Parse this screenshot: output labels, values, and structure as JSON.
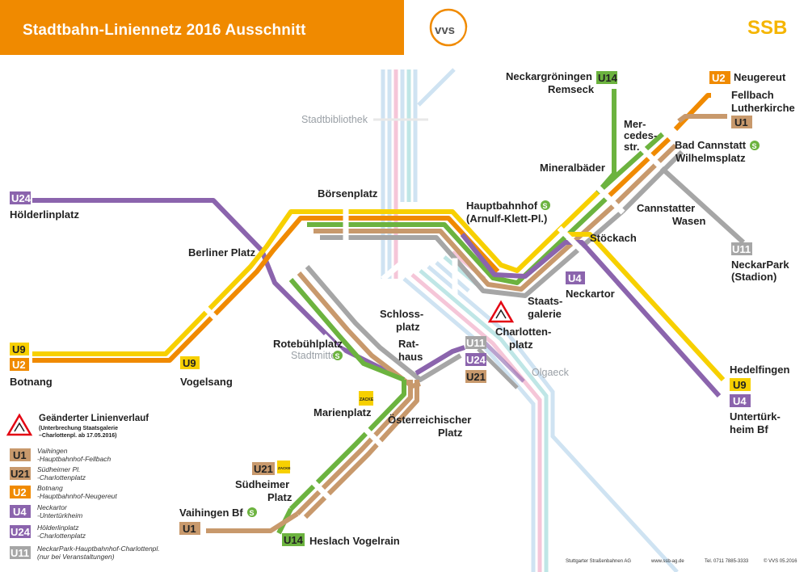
{
  "title": "Stadtbahn-Liniennetz 2016 Ausschnitt",
  "brand": {
    "vvs": "vvs",
    "ssb": "SSB"
  },
  "colors": {
    "orange_header": "#f08a00",
    "U1": "#c8996c",
    "U2": "#f08a00",
    "U4": "#8b64ad",
    "U9": "#f7d000",
    "U11": "#a6a6a6",
    "U14": "#6cb33f",
    "U21": "#c8996c",
    "U24": "#8b64ad",
    "faded_blue": "#cfe3f2",
    "faded_pink": "#f5c6d8",
    "faded_cyan": "#bfe6e6",
    "sbahn": "#6cb33f"
  },
  "stations": {
    "stadtbibliothek": "Stadtbibliothek",
    "boersenplatz": "Börsenplatz",
    "hbf1": "Hauptbahnhof",
    "hbf2": "(Arnulf-Klett-Pl.)",
    "berliner_platz": "Berliner Platz",
    "rotebuehlplatz": "Rotebühlplatz",
    "stadtmitte": "Stadtmitte",
    "schlossplatz1": "Schloss-",
    "schlossplatz2": "platz",
    "rathaus1": "Rat-",
    "rathaus2": "haus",
    "charlottenplatz1": "Charlotten-",
    "charlottenplatz2": "platz",
    "staatsgalerie1": "Staats-",
    "staatsgalerie2": "galerie",
    "neckartor": "Neckartor",
    "stoeckach": "Stöckach",
    "mineralbaeder": "Mineralbäder",
    "mercedes1": "Mer-",
    "mercedes2": "cedes-",
    "mercedes3": "str.",
    "bad_cannstatt1": "Bad Cannstatt",
    "bad_cannstatt2": "Wilhelmsplatz",
    "cannstatter1": "Cannstatter",
    "cannstatter2": "Wasen",
    "neckargroeningen": "Neckargröningen",
    "remseck": "Remseck",
    "neugereut": "Neugereut",
    "fellbach1": "Fellbach",
    "fellbach2": "Lutherkirche",
    "neckarpark1": "NeckarPark",
    "neckarpark2": "(Stadion)",
    "hoelderlinplatz": "Hölderlinplatz",
    "botnang": "Botnang",
    "vogelsang": "Vogelsang",
    "marienplatz": "Marienplatz",
    "oesterreichischer1": "Österreichischer",
    "oesterreichischer2": "Platz",
    "olgaeck": "Olgaeck",
    "suedheimer1": "Südheimer",
    "suedheimer2": "Platz",
    "vaihingen": "Vaihingen Bf",
    "heslach": "Heslach Vogelrain",
    "hedelfingen": "Hedelfingen",
    "untertuerkheim1": "Untertürk-",
    "untertuerkheim2": "heim Bf"
  },
  "badges": {
    "U1": "U1",
    "U2": "U2",
    "U4": "U4",
    "U9": "U9",
    "U11": "U11",
    "U14": "U14",
    "U21": "U21",
    "U24": "U24",
    "zacke": "ZACKE",
    "s": "S"
  },
  "legend": {
    "heading": "Geänderter Linienverlauf",
    "sub1": "(Unterbrechung Staatsgalerie",
    "sub2": "–Charlottenpl. ab 17.05.2016)",
    "items": [
      {
        "line": "U1",
        "l1": "Vaihingen",
        "l2": "-Hauptbahnhof-Fellbach"
      },
      {
        "line": "U21",
        "l1": "Südheimer Pl.",
        "l2": "-Charlottenplatz"
      },
      {
        "line": "U2",
        "l1": "Botnang",
        "l2": "-Hauptbahnhof-Neugereut"
      },
      {
        "line": "U4",
        "l1": "Neckartor",
        "l2": "-Untertürkheim"
      },
      {
        "line": "U24",
        "l1": "Hölderlinplatz",
        "l2": "-Charlottenplatz"
      },
      {
        "line": "U11",
        "l1": "NeckarPark-Hauptbahnhof-Charlottenpl.",
        "l2": "(nur bei Veranstaltungen)"
      }
    ]
  },
  "footer": {
    "company": "Stuttgarter Straßenbahnen AG",
    "web": "www.ssb-ag.de",
    "tel": "Tel. 0711 7885-3333",
    "copy": "© VVS 05.2016"
  }
}
